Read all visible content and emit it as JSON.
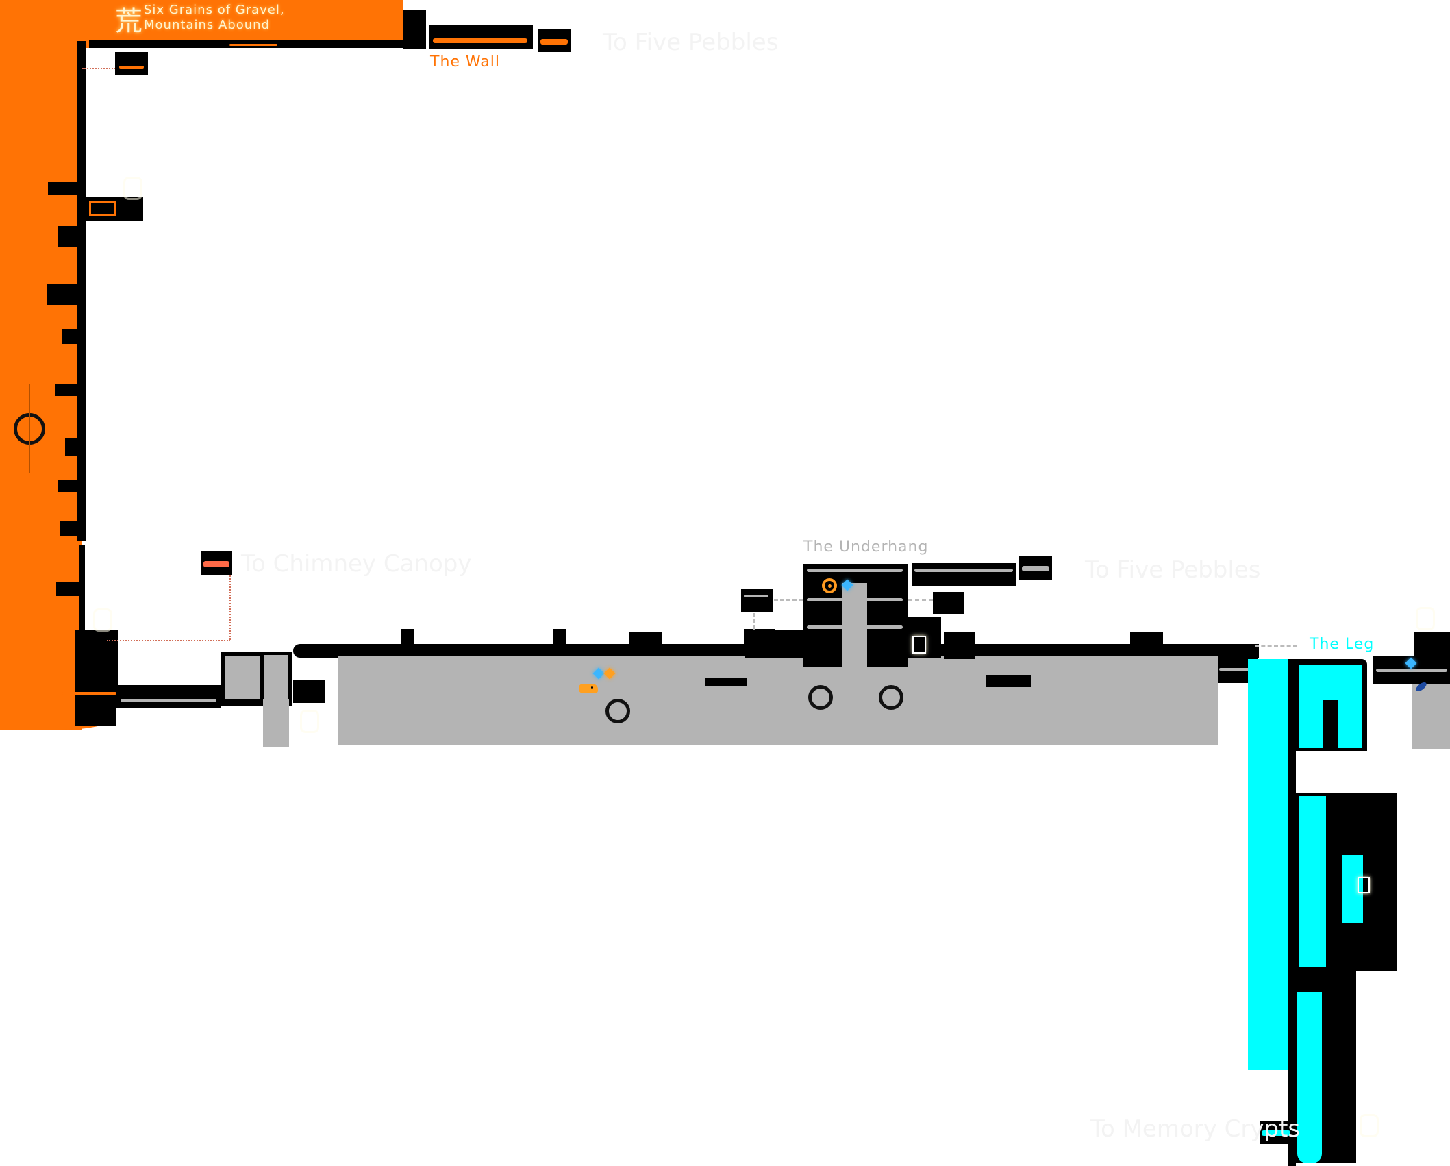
{
  "map": {
    "region_title": {
      "icon": "karma-glyph-icon",
      "line1": "Six Grains of Gravel,",
      "line2": "Mountains Abound",
      "color": "#fff4d0"
    },
    "subregions": [
      {
        "name": "The Wall",
        "color": "#ff7305"
      },
      {
        "name": "The Underhang",
        "color": "#b4b4b4"
      },
      {
        "name": "The Leg",
        "color": "#00ffff"
      }
    ],
    "connections": [
      {
        "label": "To Five Pebbles"
      },
      {
        "label": "To Five Pebbles"
      },
      {
        "label": "To Chimney Canopy"
      },
      {
        "label": "To Memory Crypts"
      }
    ],
    "markers": [
      {
        "type": "echo-icon",
        "color": "#ff9a20"
      },
      {
        "type": "karma-flower-blue-icon",
        "color": "#3ab6ff"
      },
      {
        "type": "karma-flower-blue-icon",
        "color": "#3ab6ff"
      },
      {
        "type": "karma-flower-orange-icon",
        "color": "#ffa020"
      },
      {
        "type": "lizard-icon",
        "color": "#ffa020"
      },
      {
        "type": "pearl-icon",
        "color": "#1e4aa0"
      }
    ],
    "colors": {
      "wall": "#ff7305",
      "underhang": "#b4b4b4",
      "leg": "#00ffff",
      "rooms": "#000000",
      "chimney_link": "#ff6a48"
    }
  }
}
